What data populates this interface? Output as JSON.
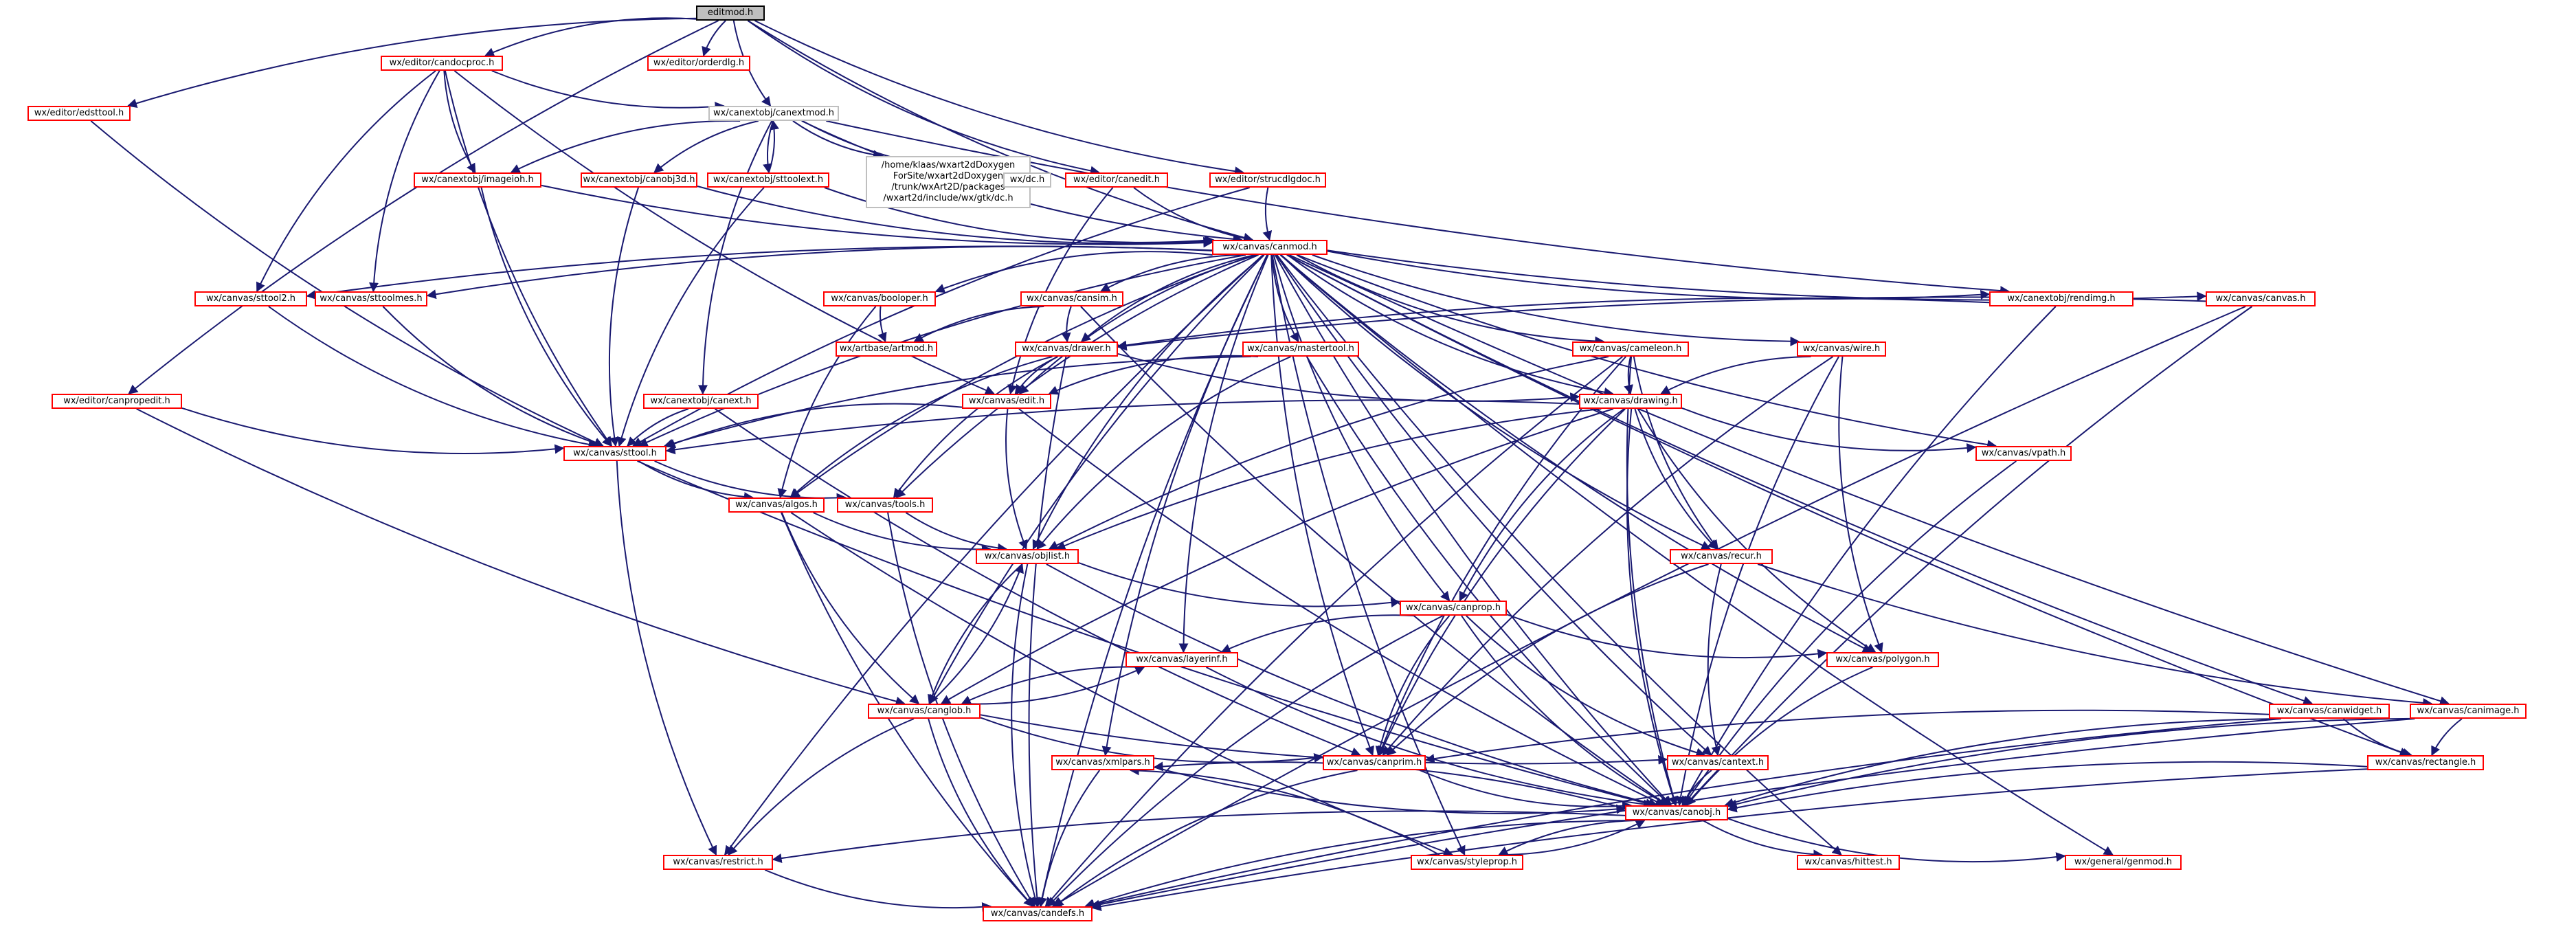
{
  "colors": {
    "edge": "#191970",
    "doc_border": "#ff0000",
    "plain_border": "#bfbfbf",
    "root_fill": "#bfbfbf"
  },
  "nodes": [
    {
      "id": "editmod",
      "label": "editmod.h",
      "kind": "root"
    },
    {
      "id": "candocproc",
      "label": "wx/editor/candocproc.h",
      "kind": "doc"
    },
    {
      "id": "orderdlg",
      "label": "wx/editor/orderdlg.h",
      "kind": "doc"
    },
    {
      "id": "edsttool",
      "label": "wx/editor/edsttool.h",
      "kind": "doc"
    },
    {
      "id": "canextmod",
      "label": "wx/canextobj/canextmod.h",
      "kind": "plain"
    },
    {
      "id": "imageioh",
      "label": "wx/canextobj/imageioh.h",
      "kind": "doc"
    },
    {
      "id": "canobj3d",
      "label": "wx/canextobj/canobj3d.h",
      "kind": "doc"
    },
    {
      "id": "sttoolext",
      "label": "wx/canextobj/sttoolext.h",
      "kind": "doc"
    },
    {
      "id": "gtkdc",
      "label": "/home/klaas/wxart2dDoxygen\nForSite/wxart2dDoxygen\n/trunk/wxArt2D/packages\n/wxart2d/include/wx/gtk/dc.h",
      "kind": "plain"
    },
    {
      "id": "wxdc",
      "label": "wx/dc.h",
      "kind": "plain"
    },
    {
      "id": "canedit",
      "label": "wx/editor/canedit.h",
      "kind": "doc"
    },
    {
      "id": "strucdlgdoc",
      "label": "wx/editor/strucdlgdoc.h",
      "kind": "doc"
    },
    {
      "id": "canmod",
      "label": "wx/canvas/canmod.h",
      "kind": "doc"
    },
    {
      "id": "sttool2",
      "label": "wx/canvas/sttool2.h",
      "kind": "doc"
    },
    {
      "id": "sttoolmes",
      "label": "wx/canvas/sttoolmes.h",
      "kind": "doc"
    },
    {
      "id": "booloper",
      "label": "wx/canvas/booloper.h",
      "kind": "doc"
    },
    {
      "id": "cansim",
      "label": "wx/canvas/cansim.h",
      "kind": "doc"
    },
    {
      "id": "artmod",
      "label": "wx/artbase/artmod.h",
      "kind": "doc"
    },
    {
      "id": "drawer",
      "label": "wx/canvas/drawer.h",
      "kind": "doc"
    },
    {
      "id": "mastertool",
      "label": "wx/canvas/mastertool.h",
      "kind": "doc"
    },
    {
      "id": "cameleon",
      "label": "wx/canvas/cameleon.h",
      "kind": "doc"
    },
    {
      "id": "wire",
      "label": "wx/canvas/wire.h",
      "kind": "doc"
    },
    {
      "id": "rendimg",
      "label": "wx/canextobj/rendimg.h",
      "kind": "doc"
    },
    {
      "id": "canvash",
      "label": "wx/canvas/canvas.h",
      "kind": "doc"
    },
    {
      "id": "canpropedit",
      "label": "wx/editor/canpropedit.h",
      "kind": "doc"
    },
    {
      "id": "canext",
      "label": "wx/canextobj/canext.h",
      "kind": "doc"
    },
    {
      "id": "edit",
      "label": "wx/canvas/edit.h",
      "kind": "doc"
    },
    {
      "id": "drawing",
      "label": "wx/canvas/drawing.h",
      "kind": "doc"
    },
    {
      "id": "vpath",
      "label": "wx/canvas/vpath.h",
      "kind": "doc"
    },
    {
      "id": "sttool",
      "label": "wx/canvas/sttool.h",
      "kind": "doc"
    },
    {
      "id": "algos",
      "label": "wx/canvas/algos.h",
      "kind": "doc"
    },
    {
      "id": "tools",
      "label": "wx/canvas/tools.h",
      "kind": "doc"
    },
    {
      "id": "objlist",
      "label": "wx/canvas/objlist.h",
      "kind": "doc"
    },
    {
      "id": "recur",
      "label": "wx/canvas/recur.h",
      "kind": "doc"
    },
    {
      "id": "canprop",
      "label": "wx/canvas/canprop.h",
      "kind": "doc"
    },
    {
      "id": "polygon",
      "label": "wx/canvas/polygon.h",
      "kind": "doc"
    },
    {
      "id": "layerinf",
      "label": "wx/canvas/layerinf.h",
      "kind": "doc"
    },
    {
      "id": "canglob",
      "label": "wx/canvas/canglob.h",
      "kind": "doc"
    },
    {
      "id": "canwidget",
      "label": "wx/canvas/canwidget.h",
      "kind": "doc"
    },
    {
      "id": "canimage",
      "label": "wx/canvas/canimage.h",
      "kind": "doc"
    },
    {
      "id": "canprim",
      "label": "wx/canvas/canprim.h",
      "kind": "doc"
    },
    {
      "id": "cantext",
      "label": "wx/canvas/cantext.h",
      "kind": "doc"
    },
    {
      "id": "rectangle",
      "label": "wx/canvas/rectangle.h",
      "kind": "doc"
    },
    {
      "id": "xmlpars",
      "label": "wx/canvas/xmlpars.h",
      "kind": "doc"
    },
    {
      "id": "canobj",
      "label": "wx/canvas/canobj.h",
      "kind": "doc"
    },
    {
      "id": "restrict",
      "label": "wx/canvas/restrict.h",
      "kind": "doc"
    },
    {
      "id": "styleprop",
      "label": "wx/canvas/styleprop.h",
      "kind": "doc"
    },
    {
      "id": "hittest",
      "label": "wx/canvas/hittest.h",
      "kind": "doc"
    },
    {
      "id": "genmod",
      "label": "wx/general/genmod.h",
      "kind": "doc"
    },
    {
      "id": "candefs",
      "label": "wx/canvas/candefs.h",
      "kind": "doc"
    }
  ],
  "edges": [
    [
      "editmod",
      "candocproc"
    ],
    [
      "editmod",
      "orderdlg"
    ],
    [
      "editmod",
      "edsttool"
    ],
    [
      "editmod",
      "canextmod"
    ],
    [
      "editmod",
      "canedit"
    ],
    [
      "editmod",
      "strucdlgdoc"
    ],
    [
      "editmod",
      "canmod"
    ],
    [
      "editmod",
      "canpropedit"
    ],
    [
      "candocproc",
      "canextmod"
    ],
    [
      "candocproc",
      "imageioh"
    ],
    [
      "candocproc",
      "sttool2"
    ],
    [
      "candocproc",
      "sttoolmes"
    ],
    [
      "candocproc",
      "edit"
    ],
    [
      "candocproc",
      "sttool"
    ],
    [
      "edsttool",
      "sttool"
    ],
    [
      "canextmod",
      "imageioh"
    ],
    [
      "canextmod",
      "canobj3d"
    ],
    [
      "canextmod",
      "sttoolext"
    ],
    [
      "canextmod",
      "gtkdc"
    ],
    [
      "canextmod",
      "wxdc"
    ],
    [
      "canextmod",
      "canmod"
    ],
    [
      "canextmod",
      "rendimg"
    ],
    [
      "canextmod",
      "canext"
    ],
    [
      "imageioh",
      "canmod"
    ],
    [
      "imageioh",
      "sttool"
    ],
    [
      "canobj3d",
      "canmod"
    ],
    [
      "canobj3d",
      "sttool"
    ],
    [
      "sttoolext",
      "canmod"
    ],
    [
      "sttoolext",
      "canextmod"
    ],
    [
      "sttoolext",
      "sttool"
    ],
    [
      "canedit",
      "canmod"
    ],
    [
      "canedit",
      "edit"
    ],
    [
      "strucdlgdoc",
      "canmod"
    ],
    [
      "strucdlgdoc",
      "sttool"
    ],
    [
      "canmod",
      "sttool2"
    ],
    [
      "canmod",
      "sttoolmes"
    ],
    [
      "canmod",
      "booloper"
    ],
    [
      "canmod",
      "cansim"
    ],
    [
      "canmod",
      "drawer"
    ],
    [
      "canmod",
      "mastertool"
    ],
    [
      "canmod",
      "cameleon"
    ],
    [
      "canmod",
      "wire"
    ],
    [
      "canmod",
      "rendimg"
    ],
    [
      "canmod",
      "canvash"
    ],
    [
      "canmod",
      "edit"
    ],
    [
      "canmod",
      "drawing"
    ],
    [
      "canmod",
      "vpath"
    ],
    [
      "canmod",
      "sttool"
    ],
    [
      "canmod",
      "algos"
    ],
    [
      "canmod",
      "tools"
    ],
    [
      "canmod",
      "objlist"
    ],
    [
      "canmod",
      "recur"
    ],
    [
      "canmod",
      "canprop"
    ],
    [
      "canmod",
      "polygon"
    ],
    [
      "canmod",
      "layerinf"
    ],
    [
      "canmod",
      "canglob"
    ],
    [
      "canmod",
      "canwidget"
    ],
    [
      "canmod",
      "canimage"
    ],
    [
      "canmod",
      "canprim"
    ],
    [
      "canmod",
      "cantext"
    ],
    [
      "canmod",
      "rectangle"
    ],
    [
      "canmod",
      "xmlpars"
    ],
    [
      "canmod",
      "canobj"
    ],
    [
      "canmod",
      "restrict"
    ],
    [
      "canmod",
      "styleprop"
    ],
    [
      "canmod",
      "hittest"
    ],
    [
      "canmod",
      "genmod"
    ],
    [
      "canmod",
      "candefs"
    ],
    [
      "sttool2",
      "sttool"
    ],
    [
      "sttoolmes",
      "sttool"
    ],
    [
      "booloper",
      "artmod"
    ],
    [
      "booloper",
      "algos"
    ],
    [
      "cansim",
      "artmod"
    ],
    [
      "cansim",
      "drawer"
    ],
    [
      "cansim",
      "canobj"
    ],
    [
      "drawer",
      "edit"
    ],
    [
      "drawer",
      "drawing"
    ],
    [
      "drawer",
      "algos"
    ],
    [
      "drawer",
      "tools"
    ],
    [
      "drawer",
      "candefs"
    ],
    [
      "mastertool",
      "edit"
    ],
    [
      "mastertool",
      "sttool"
    ],
    [
      "mastertool",
      "objlist"
    ],
    [
      "mastertool",
      "canobj"
    ],
    [
      "cameleon",
      "drawing"
    ],
    [
      "cameleon",
      "objlist"
    ],
    [
      "cameleon",
      "recur"
    ],
    [
      "cameleon",
      "canprim"
    ],
    [
      "cameleon",
      "canobj"
    ],
    [
      "cameleon",
      "candefs"
    ],
    [
      "wire",
      "drawing"
    ],
    [
      "wire",
      "polygon"
    ],
    [
      "wire",
      "canprim"
    ],
    [
      "wire",
      "canobj"
    ],
    [
      "rendimg",
      "drawer"
    ],
    [
      "rendimg",
      "canobj"
    ],
    [
      "canvash",
      "drawer"
    ],
    [
      "canvash",
      "canobj"
    ],
    [
      "canvash",
      "candefs"
    ],
    [
      "canpropedit",
      "sttool"
    ],
    [
      "canpropedit",
      "canglob"
    ],
    [
      "canext",
      "sttool"
    ],
    [
      "canext",
      "canprim"
    ],
    [
      "edit",
      "sttool"
    ],
    [
      "edit",
      "objlist"
    ],
    [
      "edit",
      "canobj"
    ],
    [
      "drawing",
      "sttool"
    ],
    [
      "drawing",
      "objlist"
    ],
    [
      "drawing",
      "vpath"
    ],
    [
      "drawing",
      "recur"
    ],
    [
      "drawing",
      "canprop"
    ],
    [
      "drawing",
      "polygon"
    ],
    [
      "drawing",
      "canglob"
    ],
    [
      "drawing",
      "canprim"
    ],
    [
      "drawing",
      "canobj"
    ],
    [
      "vpath",
      "canobj"
    ],
    [
      "sttool",
      "tools"
    ],
    [
      "sttool",
      "algos"
    ],
    [
      "sttool",
      "restrict"
    ],
    [
      "sttool",
      "canobj"
    ],
    [
      "algos",
      "objlist"
    ],
    [
      "algos",
      "canglob"
    ],
    [
      "algos",
      "styleprop"
    ],
    [
      "algos",
      "candefs"
    ],
    [
      "tools",
      "objlist"
    ],
    [
      "tools",
      "candefs"
    ],
    [
      "objlist",
      "canprop"
    ],
    [
      "objlist",
      "canglob"
    ],
    [
      "objlist",
      "canobj"
    ],
    [
      "objlist",
      "candefs"
    ],
    [
      "recur",
      "cantext"
    ],
    [
      "recur",
      "canimage"
    ],
    [
      "recur",
      "canprim"
    ],
    [
      "canprop",
      "polygon"
    ],
    [
      "canprop",
      "layerinf"
    ],
    [
      "canprop",
      "cantext"
    ],
    [
      "canprop",
      "canprim"
    ],
    [
      "canprop",
      "canobj"
    ],
    [
      "canprop",
      "candefs"
    ],
    [
      "polygon",
      "canobj"
    ],
    [
      "layerinf",
      "canglob"
    ],
    [
      "layerinf",
      "canobj"
    ],
    [
      "canglob",
      "layerinf"
    ],
    [
      "canglob",
      "objlist"
    ],
    [
      "canglob",
      "cantext"
    ],
    [
      "canglob",
      "canprim"
    ],
    [
      "canglob",
      "restrict"
    ],
    [
      "canglob",
      "candefs"
    ],
    [
      "canwidget",
      "canprim"
    ],
    [
      "canwidget",
      "rectangle"
    ],
    [
      "canwidget",
      "canobj"
    ],
    [
      "canwidget",
      "candefs"
    ],
    [
      "canimage",
      "rectangle"
    ],
    [
      "canimage",
      "canobj"
    ],
    [
      "canimage",
      "candefs"
    ],
    [
      "canprim",
      "canobj"
    ],
    [
      "canprim",
      "candefs"
    ],
    [
      "cantext",
      "canobj"
    ],
    [
      "rectangle",
      "canobj"
    ],
    [
      "rectangle",
      "candefs"
    ],
    [
      "xmlpars",
      "canobj"
    ],
    [
      "xmlpars",
      "candefs"
    ],
    [
      "canobj",
      "xmlpars"
    ],
    [
      "canobj",
      "restrict"
    ],
    [
      "canobj",
      "styleprop"
    ],
    [
      "canobj",
      "hittest"
    ],
    [
      "canobj",
      "genmod"
    ],
    [
      "canobj",
      "candefs"
    ],
    [
      "styleprop",
      "canobj"
    ],
    [
      "styleprop",
      "xmlpars"
    ],
    [
      "restrict",
      "candefs"
    ]
  ]
}
